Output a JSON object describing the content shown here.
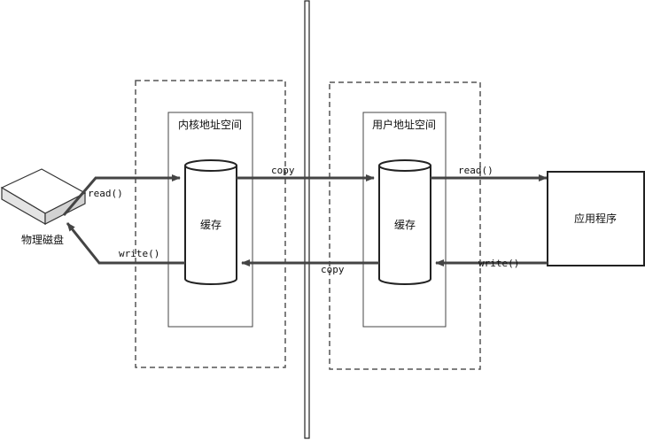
{
  "disk": {
    "label": "物理磁盘"
  },
  "kernel_space": {
    "title": "内核地址空间",
    "buffer_label": "缓存"
  },
  "user_space": {
    "title": "用户地址空间",
    "buffer_label": "缓存"
  },
  "application": {
    "label": "应用程序"
  },
  "operations": {
    "disk_read": "read()",
    "disk_write": "write()",
    "copy_to_user": "copy",
    "copy_to_kernel": "copy",
    "app_read": "read()",
    "app_write": "write()"
  },
  "colors": {
    "line": "#444444",
    "frame": "#555555",
    "text": "#111111"
  }
}
